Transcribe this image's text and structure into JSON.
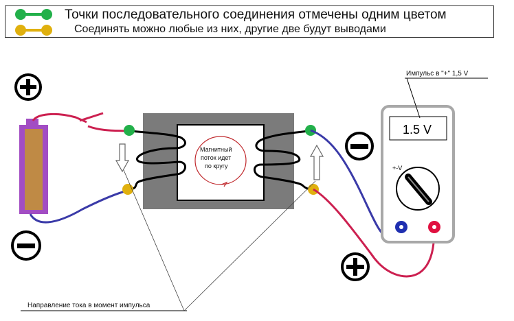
{
  "legend": {
    "line_1": "Точки последовательного соединения отмечены одним цветом",
    "line_2": "Соединять можно любые из них, другие две будут выводами"
  },
  "core_label": [
    "Магнитный",
    "поток идет",
    "по кругу"
  ],
  "meter": {
    "display": "1.5 V",
    "mode_label": "+-V"
  },
  "annotations": {
    "pulse": "Импульс в \"+\" 1,5 V",
    "current_direction": "Направление тока в момент импульса"
  },
  "colors": {
    "green_terminal": "#22b04a",
    "yellow_terminal": "#e0b00e",
    "battery_body": "#bf8a45",
    "battery_frame": "#a24dc3",
    "core": "#7b7b7b",
    "wire_red": "#cc2050",
    "wire_blue": "#3a3aa8",
    "meter_blue": "#1f2fb0",
    "meter_red": "#e01040"
  },
  "icons": {
    "plus": "plus-circle-icon",
    "minus": "minus-circle-icon",
    "arrow_down": "arrow-down-icon",
    "arrow_up": "arrow-up-icon"
  }
}
